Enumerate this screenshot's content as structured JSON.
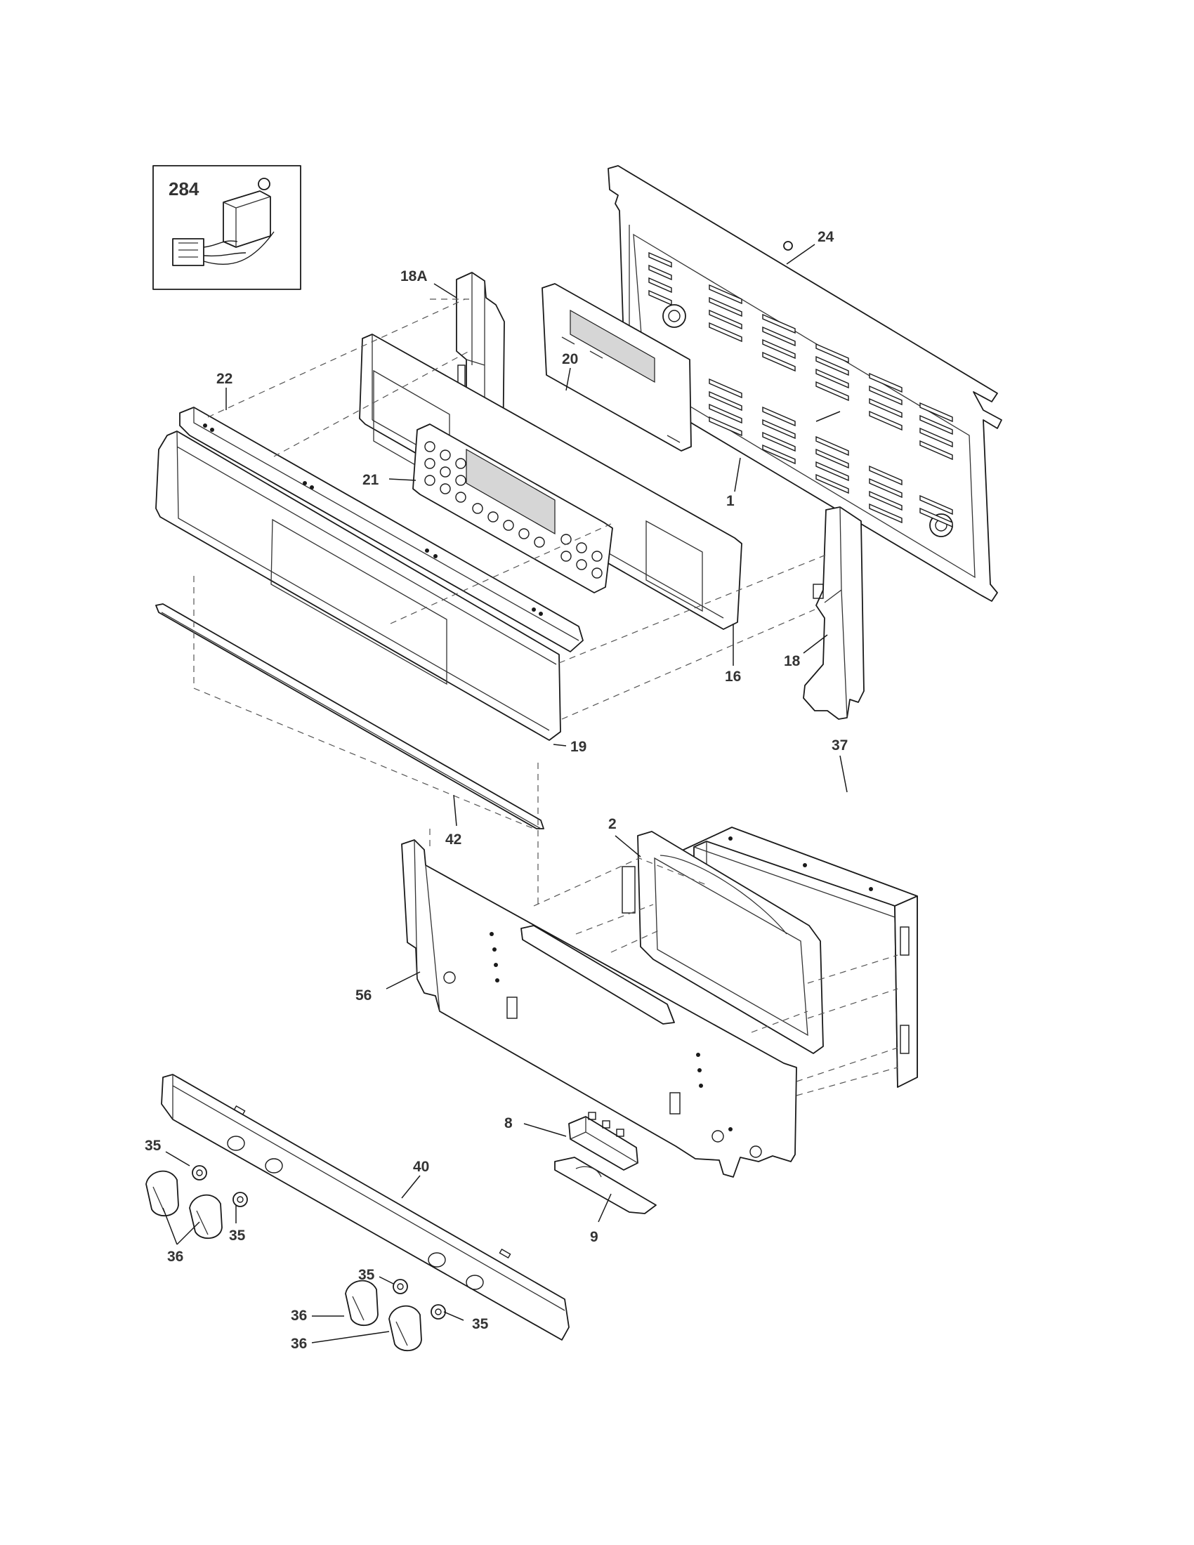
{
  "diagram": {
    "inset_label": "284",
    "callouts": {
      "c24": "24",
      "c18a": "18A",
      "c20": "20",
      "c22": "22",
      "c21": "21",
      "c1": "1",
      "c16": "16",
      "c18": "18",
      "c19": "19",
      "c37": "37",
      "c2": "2",
      "c42": "42",
      "c56": "56",
      "c8": "8",
      "c9": "9",
      "c40": "40",
      "c35a": "35",
      "c35b": "35",
      "c35c": "35",
      "c35d": "35",
      "c36a": "36",
      "c36b": "36",
      "c36c": "36"
    }
  }
}
